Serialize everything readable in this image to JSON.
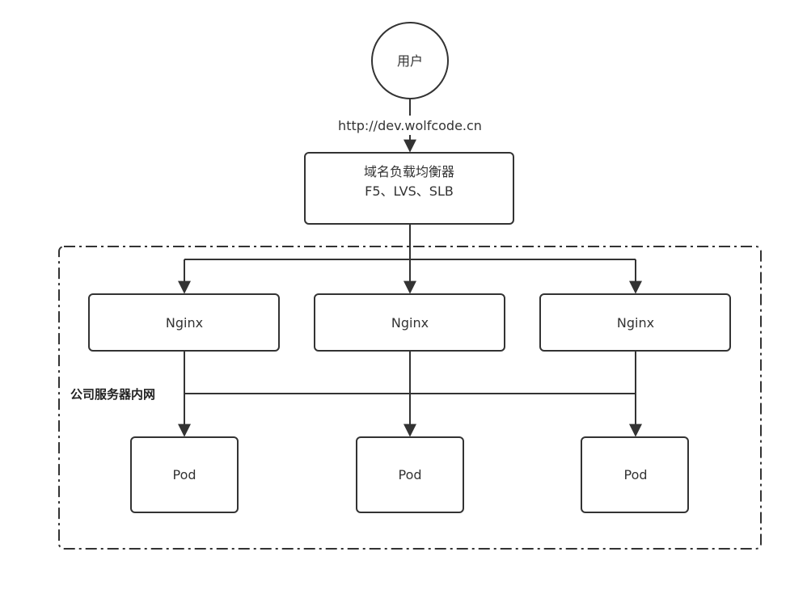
{
  "user": {
    "label": "用户"
  },
  "edge": {
    "url_label": "http://dev.wolfcode.cn"
  },
  "load_balancer": {
    "line1": "域名负载均衡器",
    "line2": "F5、LVS、SLB"
  },
  "region": {
    "label": "公司服务器内网"
  },
  "nginx": [
    {
      "label": "Nginx"
    },
    {
      "label": "Nginx"
    },
    {
      "label": "Nginx"
    }
  ],
  "pods": [
    {
      "label": "Pod"
    },
    {
      "label": "Pod"
    },
    {
      "label": "Pod"
    }
  ],
  "colors": {
    "stroke": "#333333",
    "background": "#ffffff"
  }
}
